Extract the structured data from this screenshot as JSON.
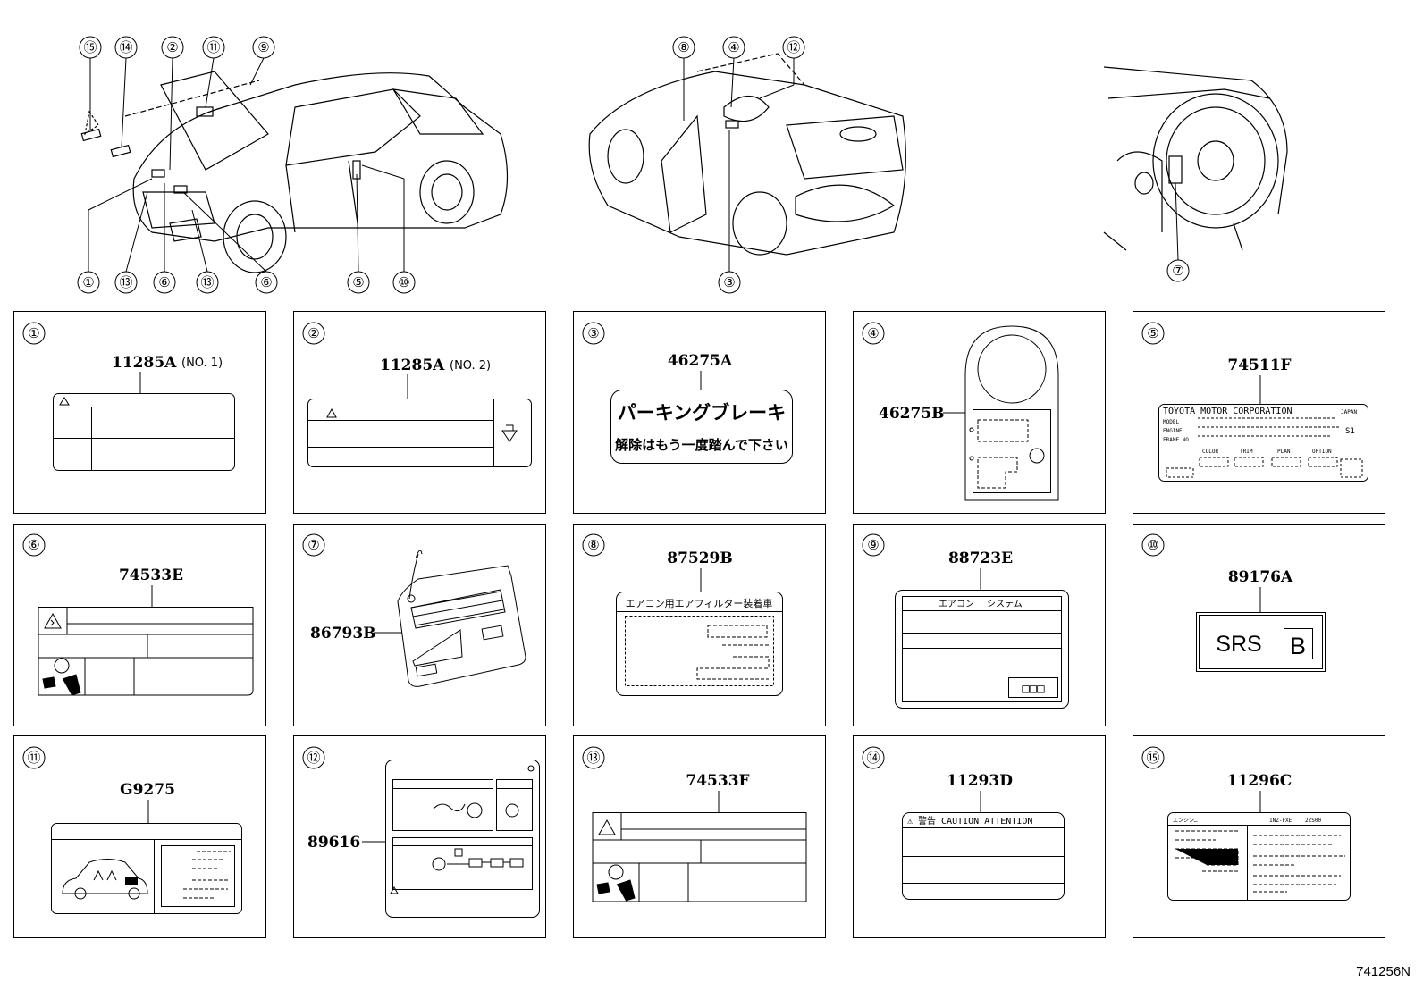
{
  "callouts": {
    "car1_top": [
      "⑮",
      "⑭",
      "②",
      "⑪",
      "⑨"
    ],
    "car1_bottom": [
      "①",
      "⑬",
      "⑥",
      "⑬",
      "⑥",
      "⑤",
      "⑩"
    ],
    "car2_top": [
      "⑧",
      "④",
      "⑫"
    ],
    "car2_bottom": [
      "③"
    ],
    "car3_bottom": [
      "⑦"
    ]
  },
  "panels": [
    {
      "num": "①",
      "part": "11285A",
      "suffix": "(NO. 1)"
    },
    {
      "num": "②",
      "part": "11285A",
      "suffix": "(NO. 2)"
    },
    {
      "num": "③",
      "part": "46275A",
      "line1": "パーキングブレーキ",
      "line2": "解除はもう一度踏んで下さい"
    },
    {
      "num": "④",
      "part": "46275B"
    },
    {
      "num": "⑤",
      "part": "74511F",
      "maker": "TOYOTA MOTOR CORPORATION",
      "f1": "MODEL",
      "f2": "ENGINE",
      "f3": "FRAME NO.",
      "c1": "COLOR",
      "c2": "TRIM",
      "c3": "PLANT",
      "c4": "OPTION",
      "country": "JAPAN",
      "s1": "S1"
    },
    {
      "num": "⑥",
      "part": "74533E"
    },
    {
      "num": "⑦",
      "part": "86793B"
    },
    {
      "num": "⑧",
      "part": "87529B",
      "header": "エアコン用エアフィルター装着車"
    },
    {
      "num": "⑨",
      "part": "88723E",
      "h1": "エアコン",
      "h2": "システム",
      "boxes": "□□□"
    },
    {
      "num": "⑩",
      "part": "89176A",
      "srs": "SRS",
      "srs_letter": "B"
    },
    {
      "num": "⑪",
      "part": "G9275"
    },
    {
      "num": "⑫",
      "part": "89616"
    },
    {
      "num": "⑬",
      "part": "74533F"
    },
    {
      "num": "⑭",
      "part": "11293D",
      "header": "⚠ 警告 CAUTION ATTENTION"
    },
    {
      "num": "⑮",
      "part": "11296C",
      "h1": "エンジン…",
      "h2": "1NZ-FXE",
      "h3": "2ZS00"
    }
  ],
  "reference_code": "741256N"
}
